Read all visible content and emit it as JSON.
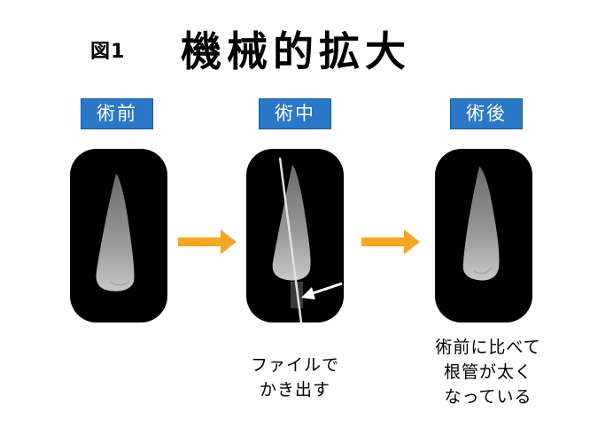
{
  "figure_label": "図1",
  "title": "機械的拡大",
  "stages": [
    {
      "label": "術前"
    },
    {
      "label": "術中"
    },
    {
      "label": "術後"
    }
  ],
  "captions": {
    "during": [
      "ファイルで",
      "かき出す"
    ],
    "after": [
      "術前に比べて",
      "根管が太く",
      "なっている"
    ]
  },
  "colors": {
    "label_bg": "#2b78c8",
    "arrow": "#f5a623",
    "xray_bg": "#000000",
    "pointer_arrow": "#ffffff"
  }
}
